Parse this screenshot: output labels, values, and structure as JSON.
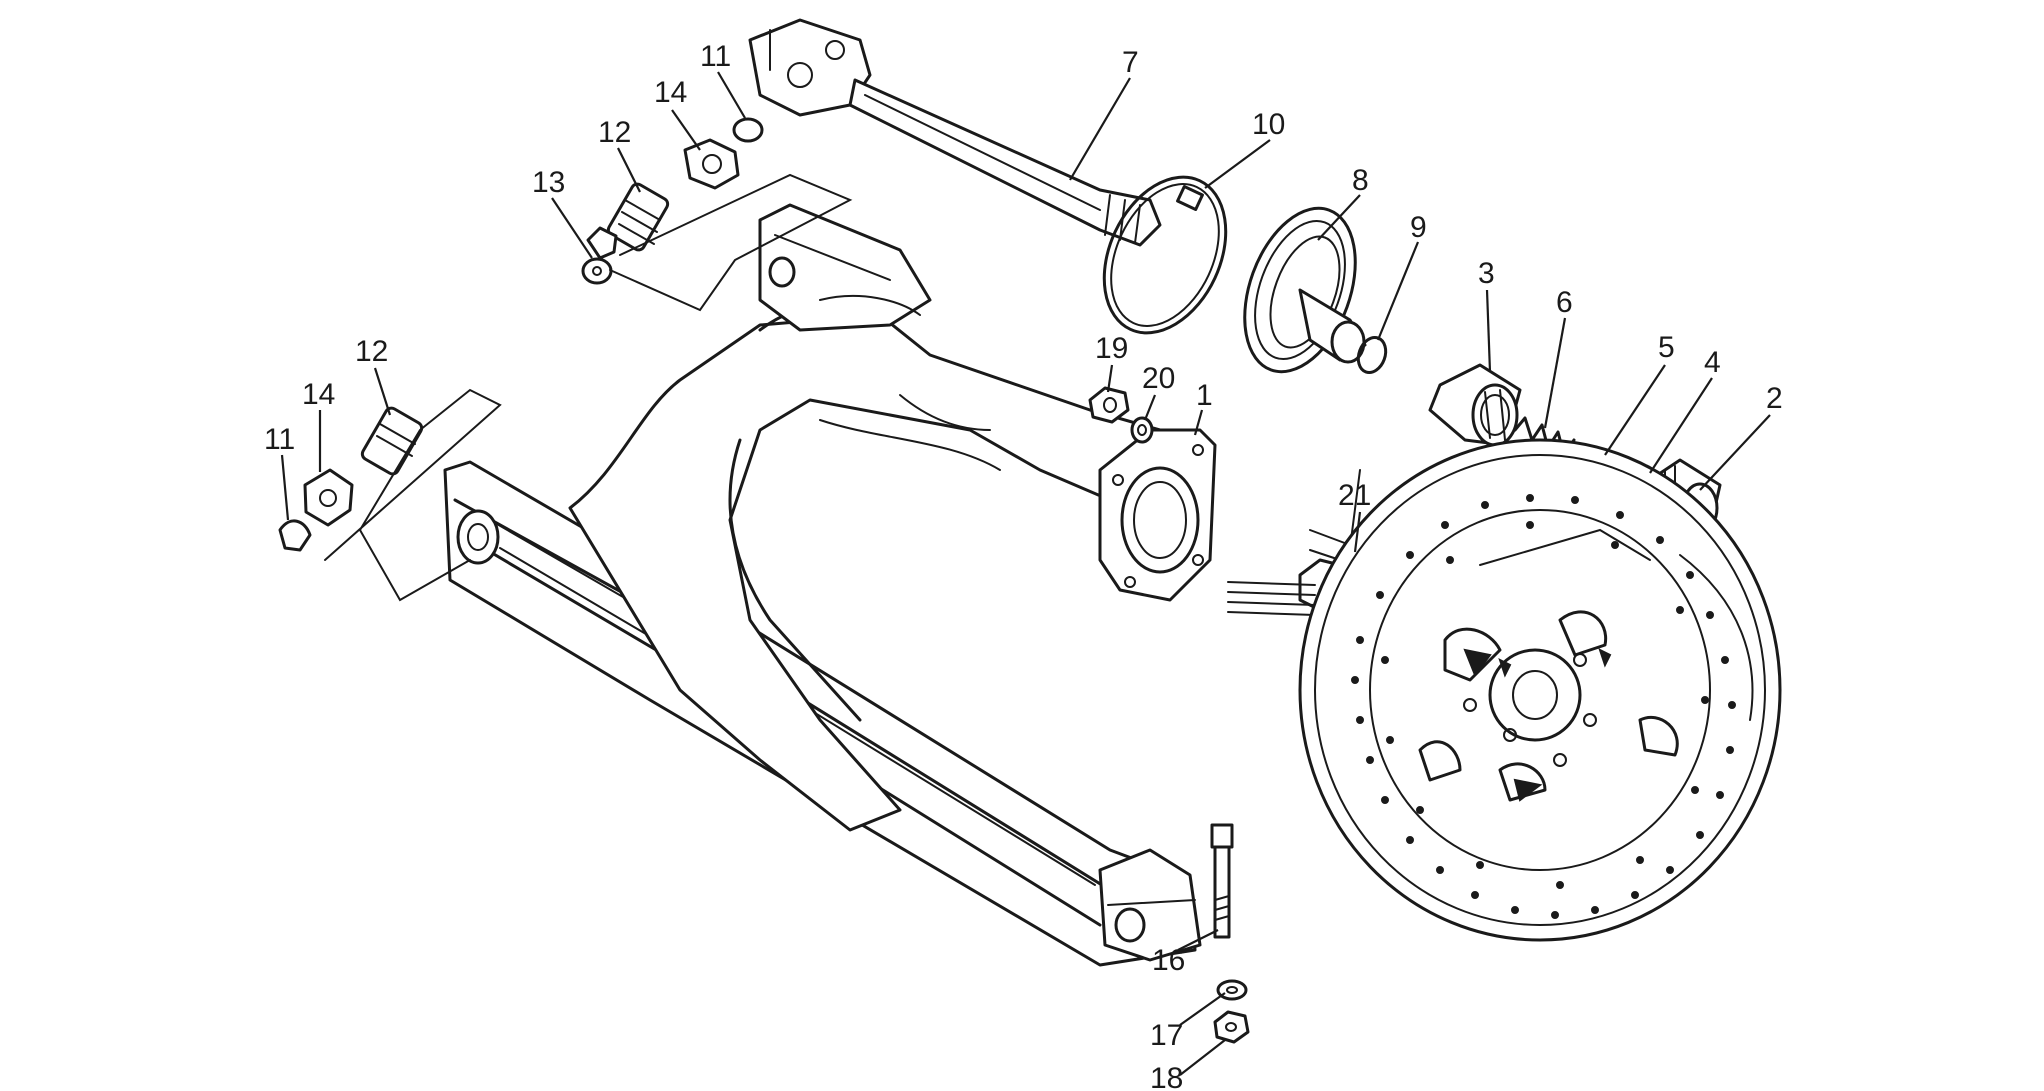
{
  "callouts": [
    {
      "id": "c1",
      "text": "1"
    },
    {
      "id": "c2",
      "text": "2"
    },
    {
      "id": "c3",
      "text": "3"
    },
    {
      "id": "c4",
      "text": "4"
    },
    {
      "id": "c5",
      "text": "5"
    },
    {
      "id": "c6",
      "text": "6"
    },
    {
      "id": "c7",
      "text": "7"
    },
    {
      "id": "c8",
      "text": "8"
    },
    {
      "id": "c9",
      "text": "9"
    },
    {
      "id": "c10",
      "text": "10"
    },
    {
      "id": "c11a",
      "text": "11"
    },
    {
      "id": "c11b",
      "text": "11"
    },
    {
      "id": "c12a",
      "text": "12"
    },
    {
      "id": "c12b",
      "text": "12"
    },
    {
      "id": "c13",
      "text": "13"
    },
    {
      "id": "c14a",
      "text": "14"
    },
    {
      "id": "c14b",
      "text": "14"
    },
    {
      "id": "c16",
      "text": "16"
    },
    {
      "id": "c17",
      "text": "17"
    },
    {
      "id": "c18",
      "text": "18"
    },
    {
      "id": "c19",
      "text": "19"
    },
    {
      "id": "c20",
      "text": "20"
    },
    {
      "id": "c21",
      "text": "21"
    }
  ],
  "colors": {
    "line": "#1a1a1a",
    "background": "#ffffff"
  }
}
